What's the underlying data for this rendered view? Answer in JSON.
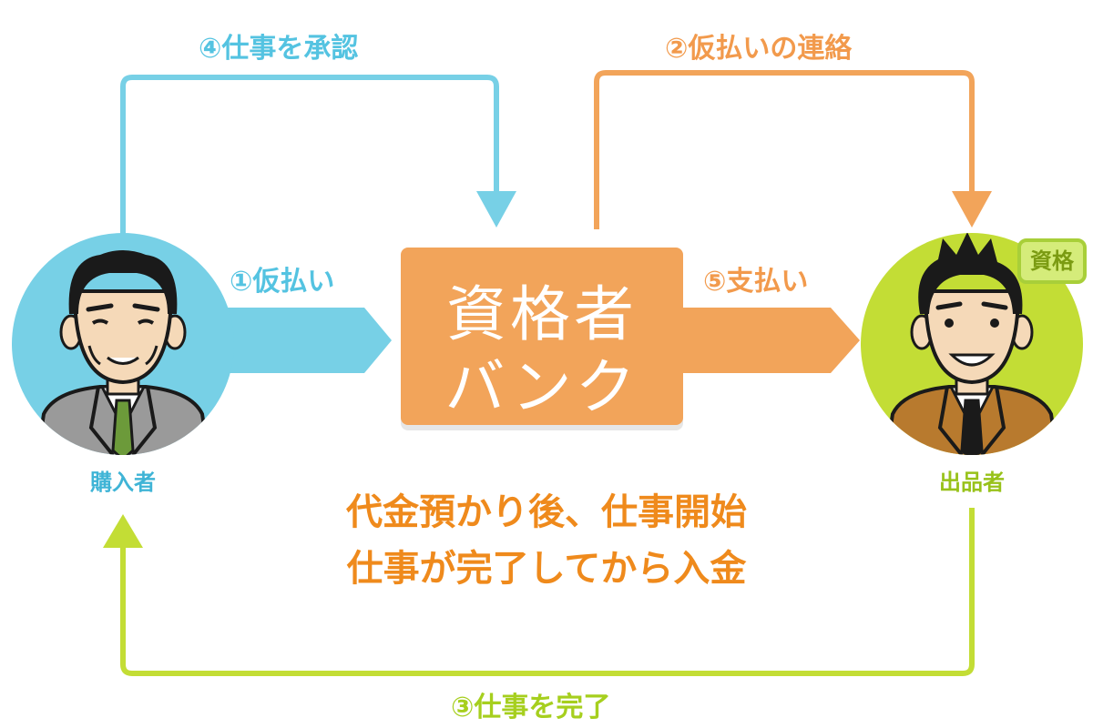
{
  "steps": {
    "s1": "①仮払い",
    "s2": "②仮払いの連絡",
    "s3": "③仕事を完了",
    "s4": "④仕事を承認",
    "s5": "⑤支払い"
  },
  "actors": {
    "buyer": "購入者",
    "seller": "出品者"
  },
  "badge": "資格",
  "logo": {
    "line1": "資格者",
    "line2": "バンク"
  },
  "message": {
    "line1": "代金預かり後、仕事開始",
    "line2": "仕事が完了してから入金"
  },
  "colors": {
    "blue": "#77d0e6",
    "orange": "#f2a45a",
    "green": "#c3dd35",
    "text_orange": "#ef8a1c"
  }
}
